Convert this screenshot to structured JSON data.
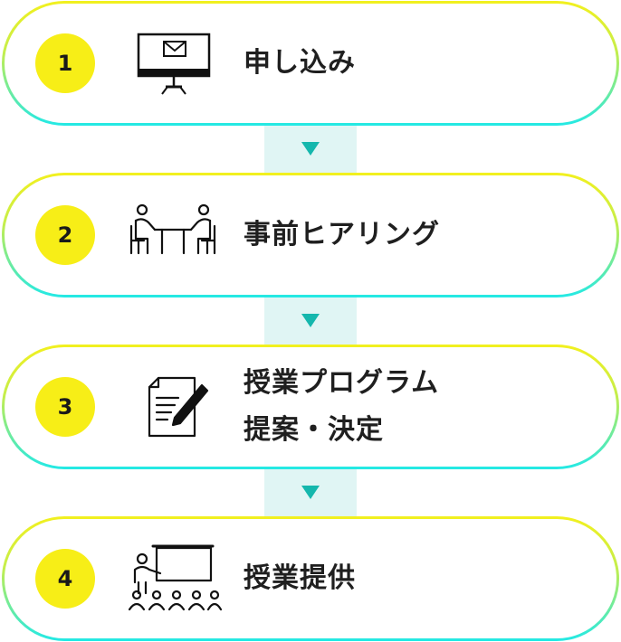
{
  "steps": [
    {
      "number": "1",
      "icon": "computer-mail-icon",
      "lines": [
        "申し込み"
      ]
    },
    {
      "number": "2",
      "icon": "meeting-icon",
      "lines": [
        "事前ヒアリング"
      ]
    },
    {
      "number": "3",
      "icon": "document-pen-icon",
      "lines": [
        "授業プログラム",
        "提案・決定"
      ]
    },
    {
      "number": "4",
      "icon": "lecture-icon",
      "lines": [
        "授業提供"
      ]
    }
  ],
  "colors": {
    "number_circle": "#f7ee17",
    "arrow": "#15b7ad",
    "connector_bg": "#e0f5f4",
    "border_top": "#f2f01e",
    "border_bottom": "#22e9e6"
  }
}
